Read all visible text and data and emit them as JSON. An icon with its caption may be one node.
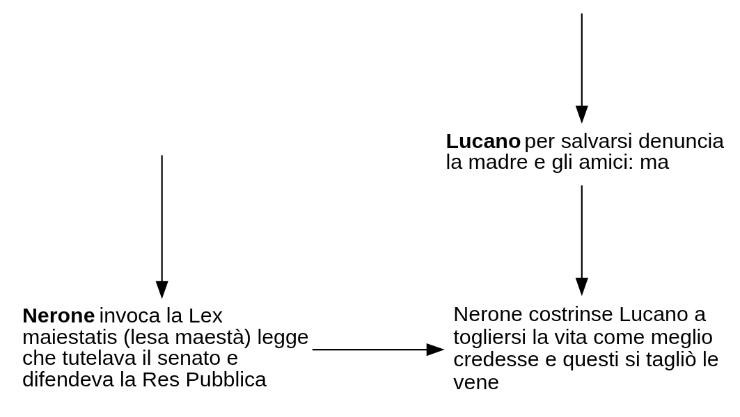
{
  "diagram": {
    "nodes": [
      {
        "text": [
          "**Nerone** invoca la Lex maiestatis (lesa maestà) legge che tutelava il senato e difendeva la Res Pubblica"
        ]
      },
      {
        "text": [
          "**Lucano** per salvarsi denuncia la madre e gli amici: ma"
        ]
      },
      {
        "text": [
          "Nerone costrinse Lucano a togliersi la vita come meglio credesse e questi si tagliò le vene"
        ]
      }
    ],
    "edges": [
      {
        "from": null,
        "to": 0,
        "arrow": "to"
      },
      {
        "from": null,
        "to": 1,
        "arrow": "to"
      },
      {
        "from": 1,
        "to": 2,
        "arrow": "to"
      },
      {
        "from": 0,
        "to": 2,
        "arrow": "to"
      }
    ]
  }
}
